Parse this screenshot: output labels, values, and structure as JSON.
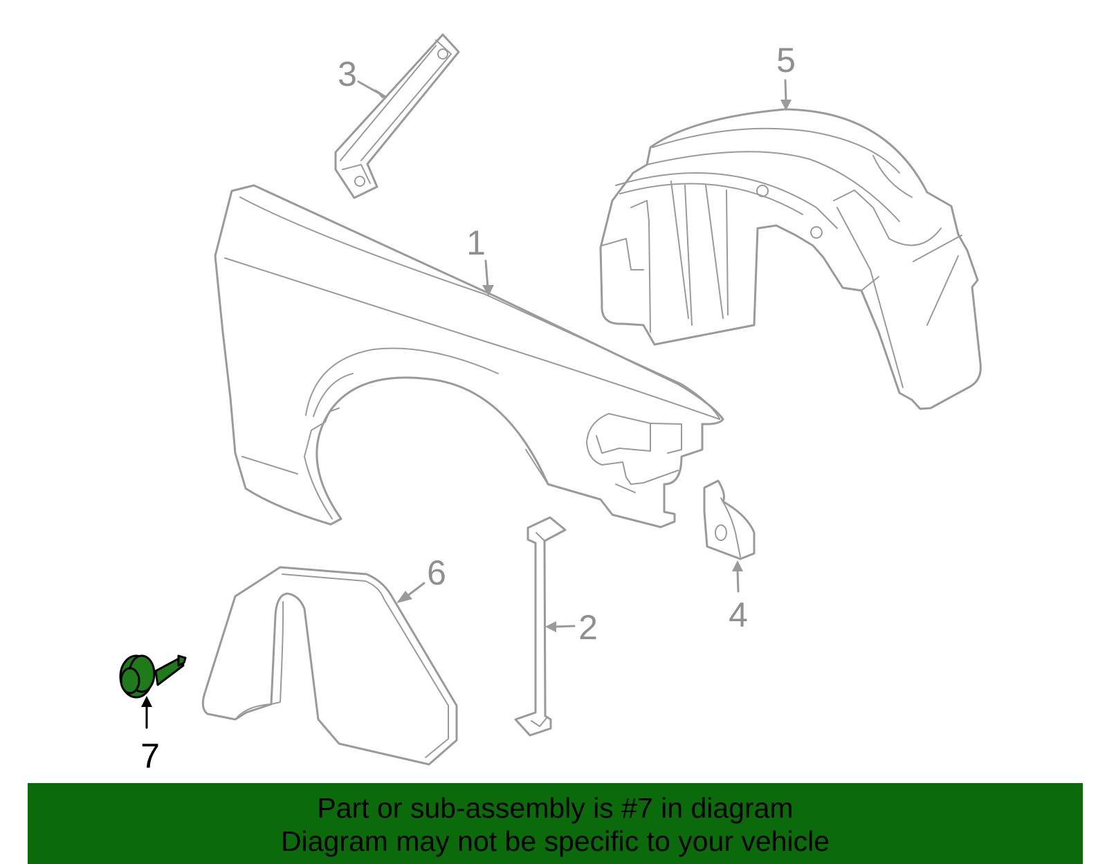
{
  "callouts": {
    "c1": "1",
    "c2": "2",
    "c3": "3",
    "c4": "4",
    "c5": "5",
    "c6": "6",
    "c7": "7"
  },
  "highlight": {
    "part_number": "7",
    "fill_color": "#1f7a1a",
    "stroke_color": "#000000"
  },
  "banner": {
    "line1": "Part or sub-assembly is #7 in diagram",
    "line2": "Diagram may not be specific to your vehicle",
    "background_color": "#0b6b0b"
  }
}
